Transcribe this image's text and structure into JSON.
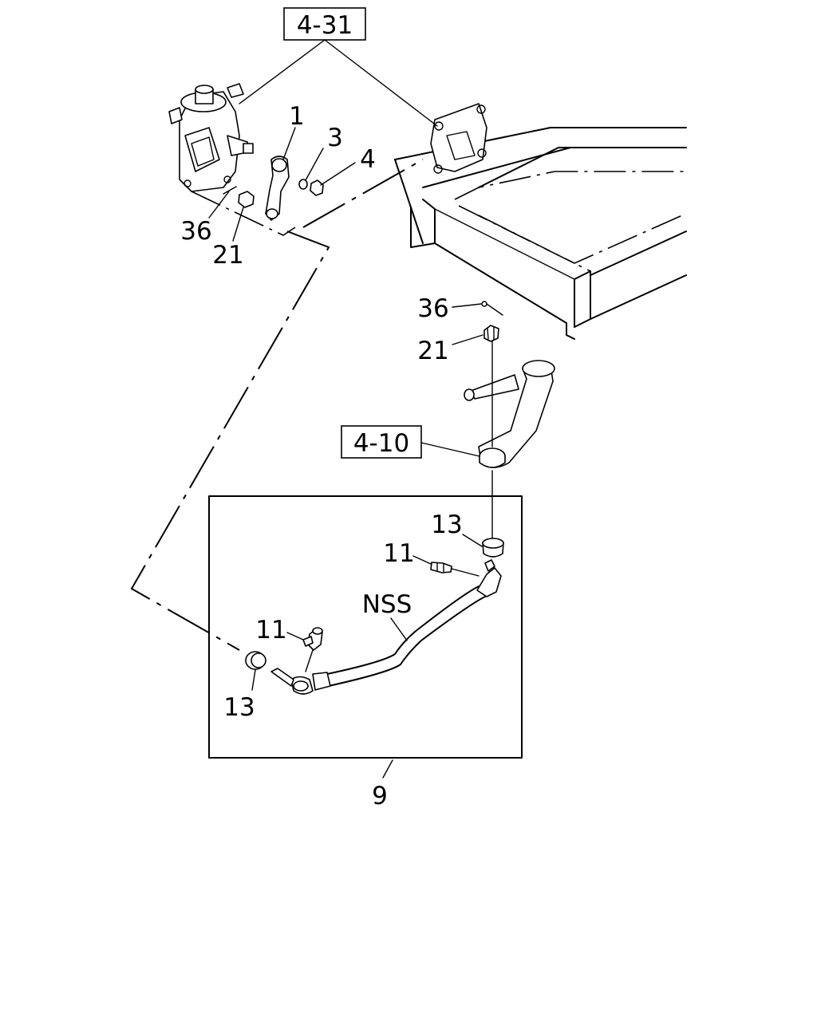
{
  "diagram": {
    "references": {
      "steering_gear_ref": "4-31",
      "idler_arm_ref": "4-10"
    },
    "callouts": {
      "pitman_arm": "1",
      "washer": "3",
      "nut": "4",
      "cotter_pin_upper": "36",
      "castle_nut_upper": "21",
      "cotter_pin_right": "36",
      "castle_nut_right": "21",
      "dust_cover_right": "13",
      "grease_nipple_right": "11",
      "relay_rod": "NSS",
      "grease_nipple_left": "11",
      "dust_cover_left": "13",
      "assembly": "9"
    }
  }
}
